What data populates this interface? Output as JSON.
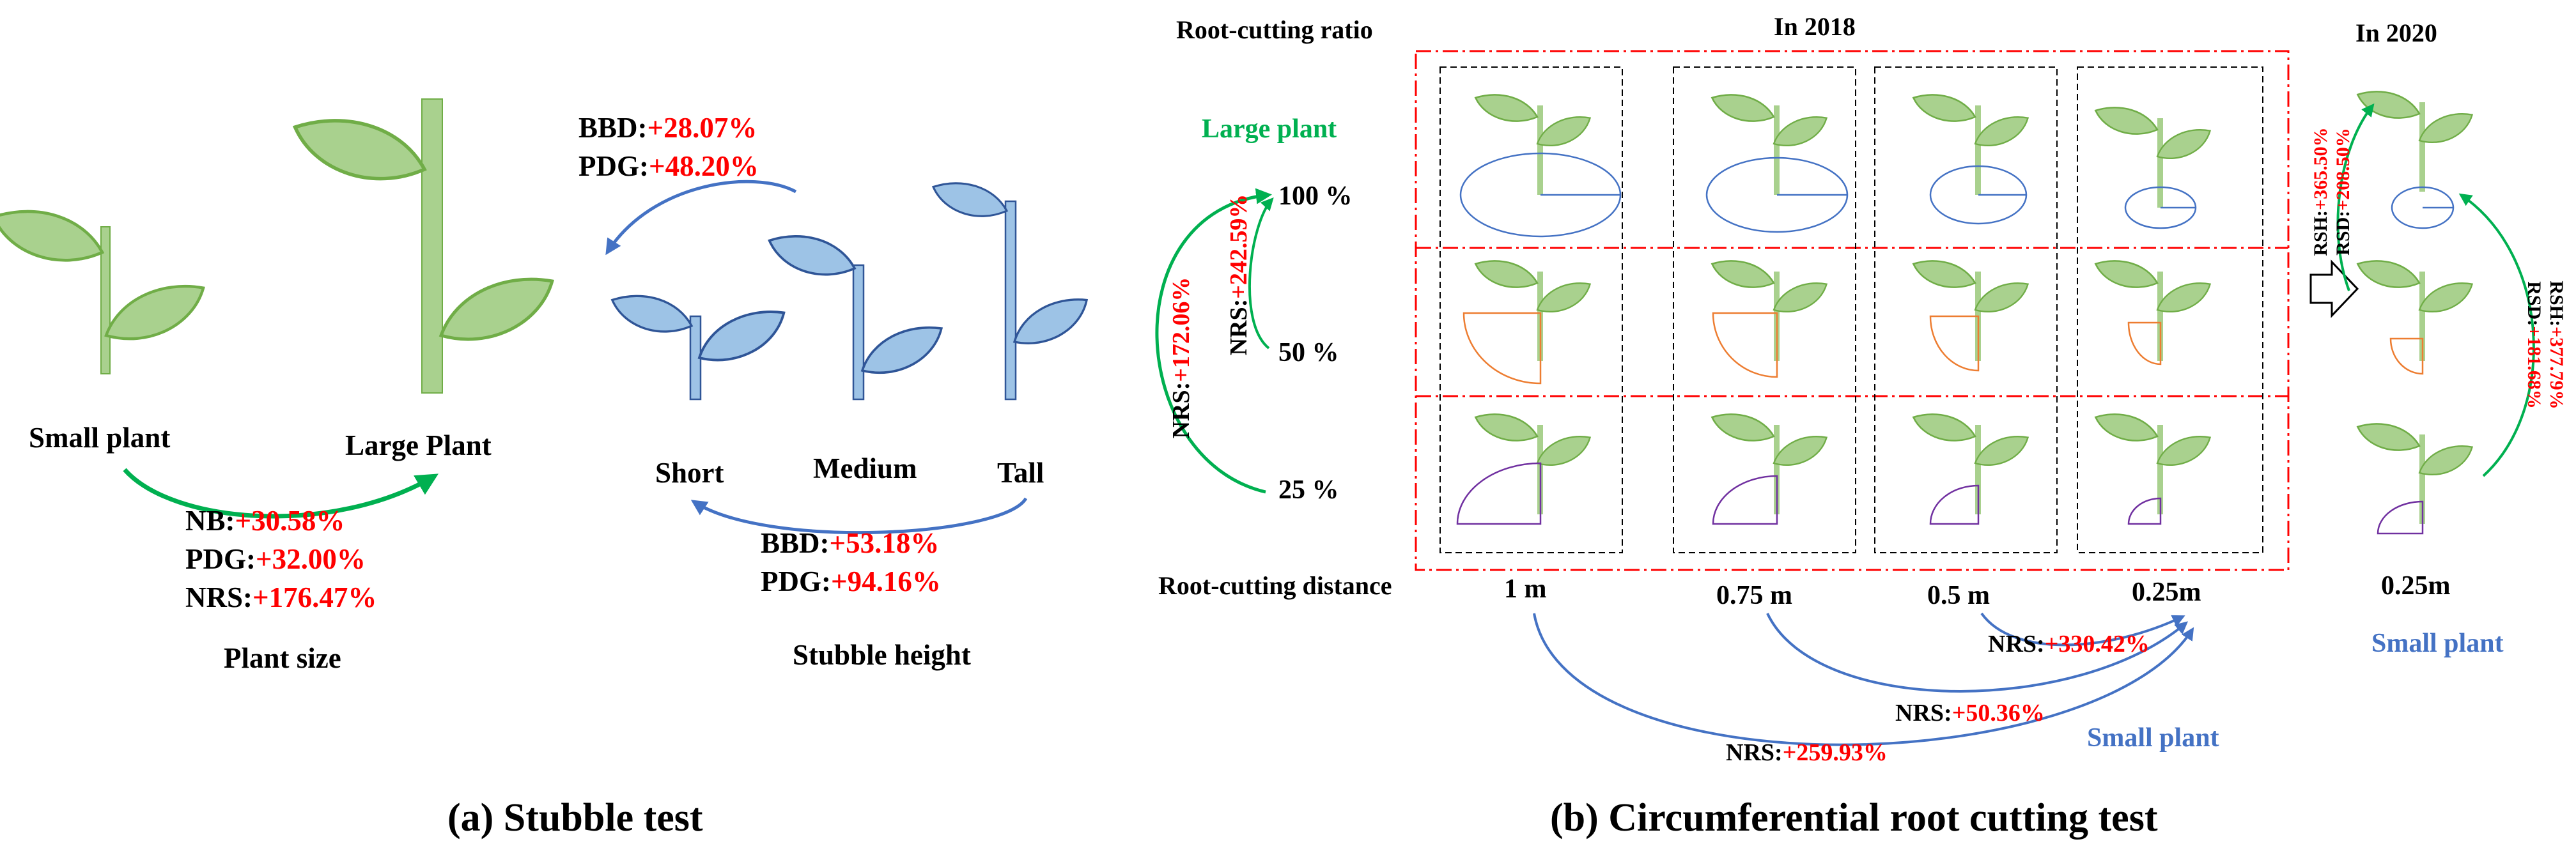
{
  "colors": {
    "leaf": "#a9d18e",
    "leaf_stroke": "#70ad47",
    "blue_leaf": "#9dc3e6",
    "blue_stroke": "#2f5597",
    "green_text": "#00b050",
    "blue_text": "#4472c4",
    "red_text": "#ff0000",
    "orange_root": "#ed7d31",
    "purple_root": "#7030a0",
    "blue_root": "#4472c4",
    "frame_red": "#ff0000"
  },
  "panel_a": {
    "caption": "(a) Stubble test",
    "plant_size": {
      "small_label": "Small plant",
      "large_label": "Large Plant",
      "nb_label": "NB:",
      "nb_value": "+30.58%",
      "pdg_label": "PDG:",
      "pdg_value": "+32.00%",
      "nrs_label": "NRS:",
      "nrs_value": "+176.47%",
      "title": "Plant size"
    },
    "stubble_height": {
      "bbd_top_label": "BBD:",
      "bbd_top_value": "+28.07%",
      "pdg_top_label": "PDG:",
      "pdg_top_value": "+48.20%",
      "short_label": "Short",
      "medium_label": "Medium",
      "tall_label": "Tall",
      "bbd_bottom_label": "BBD:",
      "bbd_bottom_value": "+53.18%",
      "pdg_bottom_label": "PDG:",
      "pdg_bottom_value": "+94.16%",
      "title": "Stubble height"
    }
  },
  "panel_b": {
    "caption": "(b) Circumferential root cutting test",
    "ratio_header": "Root-cutting ratio",
    "year_2018": "In 2018",
    "year_2020": "In 2020",
    "large_plant_label": "Large plant",
    "ratios": [
      "100 %",
      "50 %",
      "25 %"
    ],
    "nrs_outer_label": "NRS:",
    "nrs_outer_value": "+172.06%",
    "nrs_inner_label": "NRS:",
    "nrs_inner_value": "+242.59%",
    "distance_header": "Root-cutting distance",
    "distances": [
      "1 m",
      "0.75 m",
      "0.5 m",
      "0.25m"
    ],
    "nrs_05_label": "NRS:",
    "nrs_05_value": "+330.42%",
    "nrs_075_label": "NRS:",
    "nrs_075_value": "+50.36%",
    "nrs_1_label": "NRS:",
    "nrs_1_value": "+259.93%",
    "small_plant_label": "Small plant",
    "right_distance": "0.25m",
    "right_small_plant": "Small plant",
    "rsh_left_label": "RSH:",
    "rsh_left_value": "+365.50%",
    "rsd_left_label": "RSD:",
    "rsd_left_value": "+208.50%",
    "rsh_right_label": "RSH:",
    "rsh_right_value": "+377.79%",
    "rsd_right_label": "RSD:",
    "rsd_right_value": "+181.68%"
  }
}
